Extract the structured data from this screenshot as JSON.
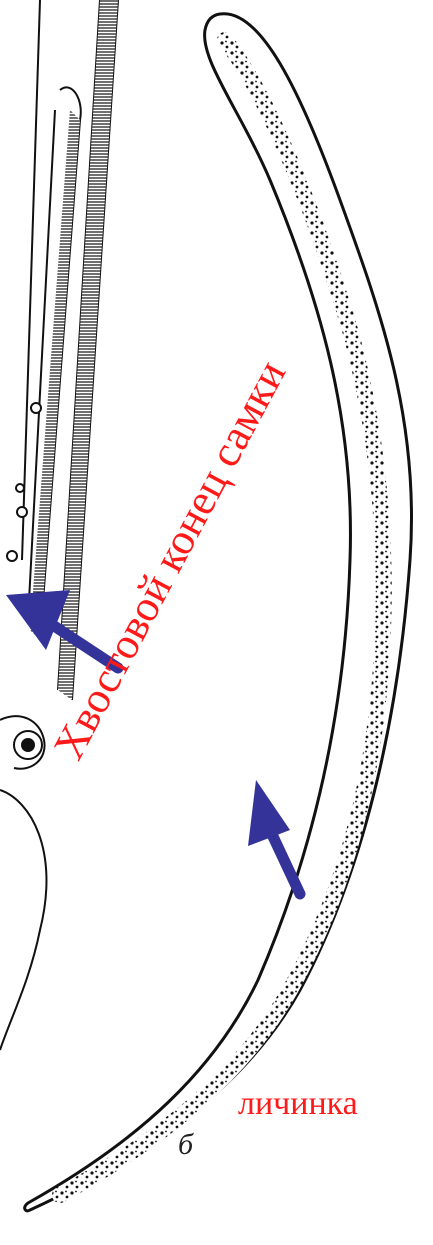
{
  "labels": {
    "female_tail": "Хвостовой конец самки",
    "larva": "личинка",
    "panel": "б"
  },
  "colors": {
    "label": "#ff1a1a",
    "arrow": "#333399",
    "ink": "#111111"
  }
}
